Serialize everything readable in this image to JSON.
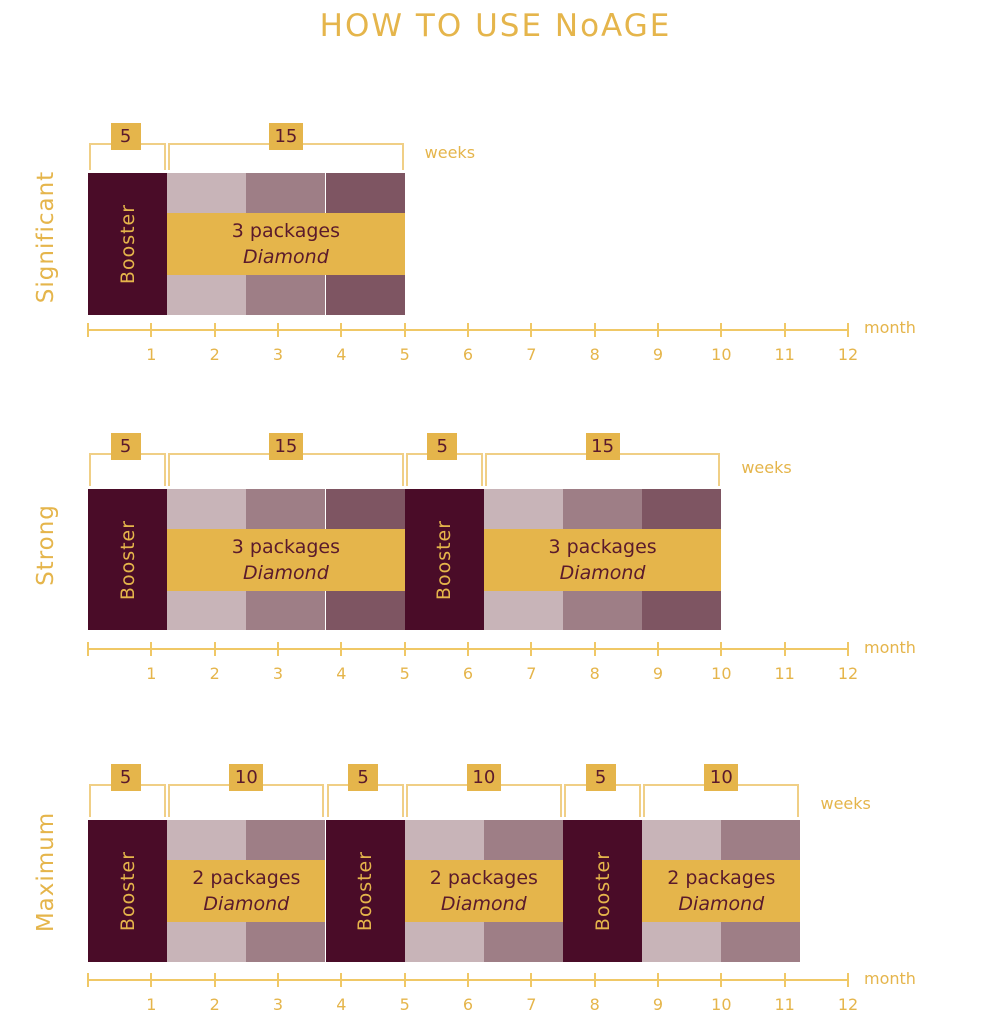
{
  "title": "HOW TO USE NoAGE",
  "units": {
    "weeks": "weeks",
    "month": "month"
  },
  "colors": {
    "gold": "#e5b54b",
    "booster": "#4a0c28",
    "light": "#c8b4b8",
    "mid": "#9e7e86",
    "dark": "#7e5562",
    "text_dark": "#5a1a2c"
  },
  "axis": {
    "min": 0,
    "max": 12,
    "tick_labels": [
      "1",
      "2",
      "3",
      "4",
      "5",
      "6",
      "7",
      "8",
      "9",
      "10",
      "11",
      "12"
    ]
  },
  "plans": [
    {
      "name": "Significant",
      "segments": [
        {
          "type": "booster",
          "weeks": "5",
          "label": "Booster"
        },
        {
          "type": "diamond",
          "weeks": "15",
          "line1": "3 packages",
          "line2": "Diamond",
          "shades": 3
        }
      ]
    },
    {
      "name": "Strong",
      "segments": [
        {
          "type": "booster",
          "weeks": "5",
          "label": "Booster"
        },
        {
          "type": "diamond",
          "weeks": "15",
          "line1": "3 packages",
          "line2": "Diamond",
          "shades": 3
        },
        {
          "type": "booster",
          "weeks": "5",
          "label": "Booster"
        },
        {
          "type": "diamond",
          "weeks": "15",
          "line1": "3 packages",
          "line2": "Diamond",
          "shades": 3
        }
      ]
    },
    {
      "name": "Maximum",
      "segments": [
        {
          "type": "booster",
          "weeks": "5",
          "label": "Booster"
        },
        {
          "type": "diamond",
          "weeks": "10",
          "line1": "2 packages",
          "line2": "Diamond",
          "shades": 2
        },
        {
          "type": "booster",
          "weeks": "5",
          "label": "Booster"
        },
        {
          "type": "diamond",
          "weeks": "10",
          "line1": "2 packages",
          "line2": "Diamond",
          "shades": 2
        },
        {
          "type": "booster",
          "weeks": "5",
          "label": "Booster"
        },
        {
          "type": "diamond",
          "weeks": "10",
          "line1": "2 packages",
          "line2": "Diamond",
          "shades": 2
        }
      ]
    }
  ]
}
